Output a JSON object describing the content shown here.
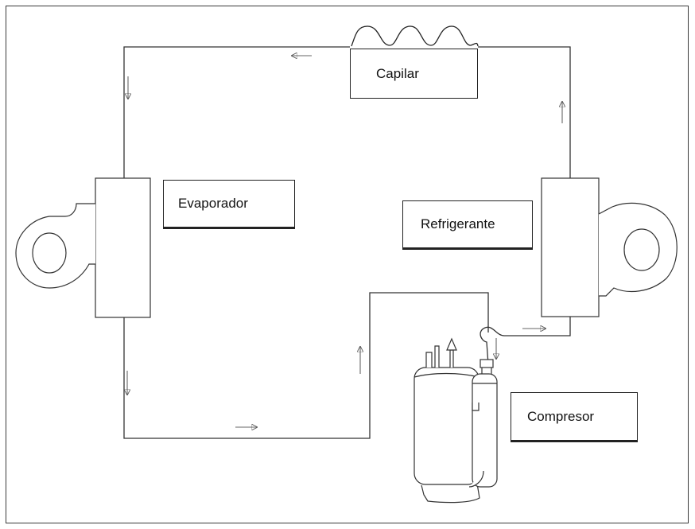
{
  "labels": {
    "capilar": "Capilar",
    "evaporador": "Evaporador",
    "refrigerante": "Refrigerante",
    "compresor": "Compresor"
  }
}
